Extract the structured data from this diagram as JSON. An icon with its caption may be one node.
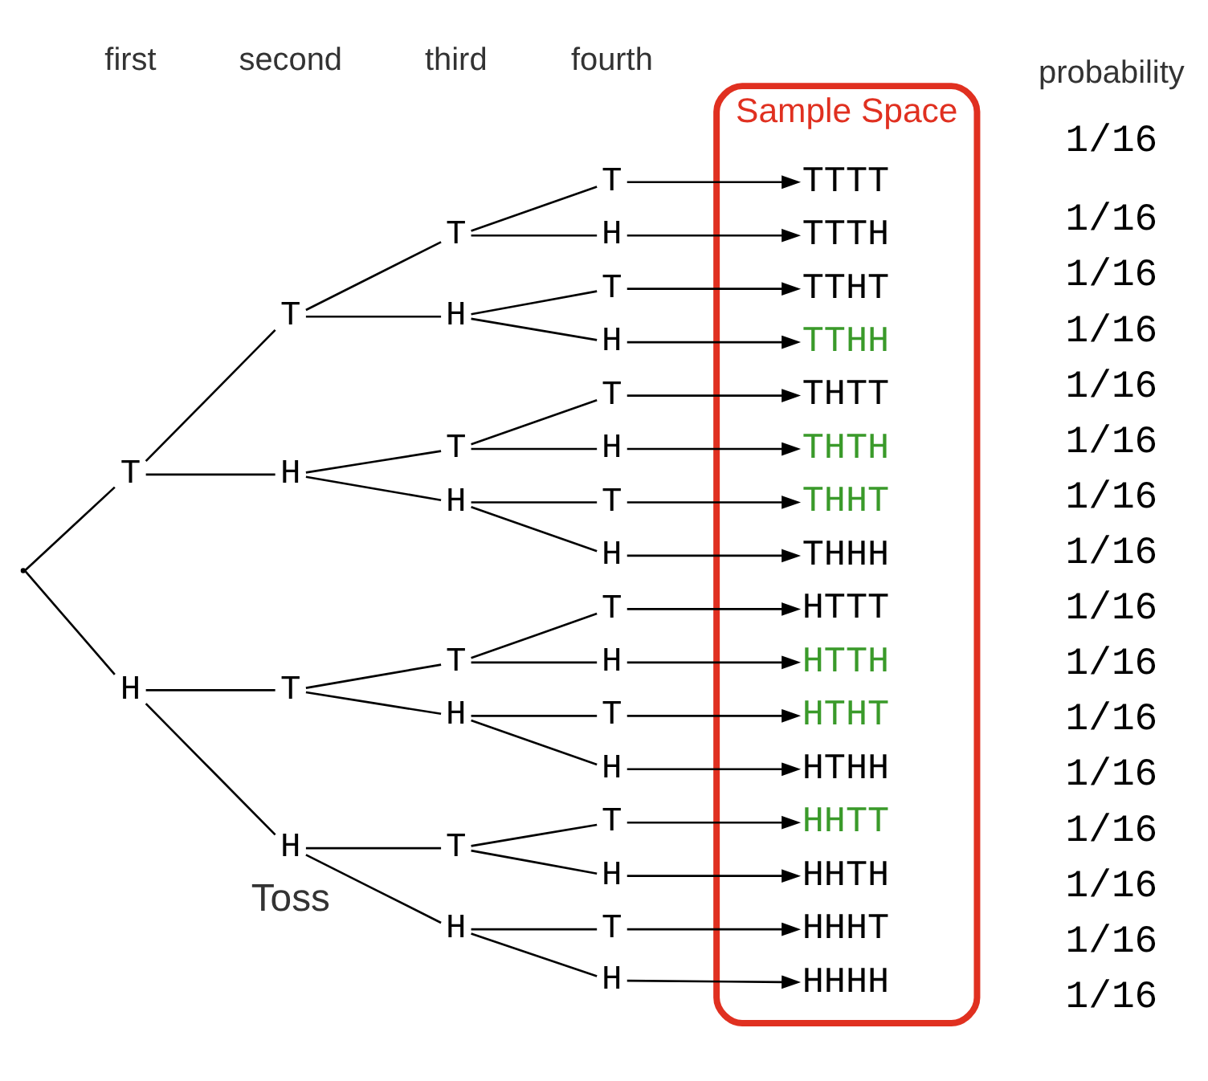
{
  "diagram": {
    "nodes": [
      {
        "text": [],
        "shape": "point"
      },
      {
        "text": [
          "T"
        ]
      },
      {
        "text": [
          "H"
        ]
      },
      {
        "text": [
          "T"
        ]
      },
      {
        "text": [
          "H"
        ]
      },
      {
        "text": [
          "T"
        ]
      },
      {
        "text": [
          "H"
        ]
      },
      {
        "text": [
          "T"
        ]
      },
      {
        "text": [
          "H"
        ]
      },
      {
        "text": [
          "T"
        ]
      },
      {
        "text": [
          "H"
        ]
      },
      {
        "text": [
          "T"
        ]
      },
      {
        "text": [
          "H"
        ]
      },
      {
        "text": [
          "T"
        ]
      },
      {
        "text": [
          "H"
        ]
      },
      {
        "text": [
          "T"
        ]
      },
      {
        "text": [
          "H"
        ]
      },
      {
        "text": [
          "T"
        ]
      },
      {
        "text": [
          "H"
        ]
      },
      {
        "text": [
          "T"
        ]
      },
      {
        "text": [
          "H"
        ]
      },
      {
        "text": [
          "T"
        ]
      },
      {
        "text": [
          "H"
        ]
      },
      {
        "text": [
          "T"
        ]
      },
      {
        "text": [
          "H"
        ]
      },
      {
        "text": [
          "T"
        ]
      },
      {
        "text": [
          "H"
        ]
      },
      {
        "text": [
          "T"
        ]
      },
      {
        "text": [
          "H"
        ]
      },
      {
        "text": [
          "T"
        ]
      },
      {
        "text": [
          "H"
        ]
      },
      {
        "text": [
          "Sample Space"
        ]
      },
      {
        "text": [
          "TTTT"
        ],
        "in": 31
      },
      {
        "text": [
          "TTTH"
        ],
        "in": 31
      },
      {
        "text": [
          "TTHT"
        ],
        "in": 31
      },
      {
        "text": [
          "TTHH"
        ],
        "in": 31
      },
      {
        "text": [
          "THTT"
        ],
        "in": 31
      },
      {
        "text": [
          "THTH"
        ],
        "in": 31
      },
      {
        "text": [
          "THHT"
        ],
        "in": 31
      },
      {
        "text": [
          "THHH"
        ],
        "in": 31
      },
      {
        "text": [
          "HTTT"
        ],
        "in": 31
      },
      {
        "text": [
          "HTTH"
        ],
        "in": 31
      },
      {
        "text": [
          "HTHT"
        ],
        "in": 31
      },
      {
        "text": [
          "HTHH"
        ],
        "in": 31
      },
      {
        "text": [
          "HHTT"
        ],
        "in": 31
      },
      {
        "text": [
          "HHTH"
        ],
        "in": 31
      },
      {
        "text": [
          "HHHT"
        ],
        "in": 31
      },
      {
        "text": [
          "HHHH"
        ],
        "in": 31
      }
    ],
    "edges": [
      {
        "from": 0,
        "to": 1,
        "arrow": "none"
      },
      {
        "from": 0,
        "to": 2,
        "arrow": "none"
      },
      {
        "from": 1,
        "to": 3,
        "arrow": "none"
      },
      {
        "from": 1,
        "to": 4,
        "arrow": "none"
      },
      {
        "from": 2,
        "to": 5,
        "arrow": "none"
      },
      {
        "from": 2,
        "to": 6,
        "arrow": "none"
      },
      {
        "from": 3,
        "to": 7,
        "arrow": "none"
      },
      {
        "from": 3,
        "to": 8,
        "arrow": "none"
      },
      {
        "from": 4,
        "to": 9,
        "arrow": "none"
      },
      {
        "from": 4,
        "to": 10,
        "arrow": "none"
      },
      {
        "from": 5,
        "to": 11,
        "arrow": "none"
      },
      {
        "from": 5,
        "to": 12,
        "arrow": "none"
      },
      {
        "from": 6,
        "to": 13,
        "arrow": "none"
      },
      {
        "from": 6,
        "to": 14,
        "arrow": "none"
      },
      {
        "from": 7,
        "to": 15,
        "arrow": "none"
      },
      {
        "from": 7,
        "to": 16,
        "arrow": "none"
      },
      {
        "from": 8,
        "to": 17,
        "arrow": "none"
      },
      {
        "from": 8,
        "to": 18,
        "arrow": "none"
      },
      {
        "from": 9,
        "to": 19,
        "arrow": "none"
      },
      {
        "from": 9,
        "to": 20,
        "arrow": "none"
      },
      {
        "from": 10,
        "to": 21,
        "arrow": "none"
      },
      {
        "from": 10,
        "to": 22,
        "arrow": "none"
      },
      {
        "from": 11,
        "to": 23,
        "arrow": "none"
      },
      {
        "from": 11,
        "to": 24,
        "arrow": "none"
      },
      {
        "from": 12,
        "to": 25,
        "arrow": "none"
      },
      {
        "from": 12,
        "to": 26,
        "arrow": "none"
      },
      {
        "from": 13,
        "to": 27,
        "arrow": "none"
      },
      {
        "from": 13,
        "to": 28,
        "arrow": "none"
      },
      {
        "from": 14,
        "to": 29,
        "arrow": "none"
      },
      {
        "from": 14,
        "to": 30,
        "arrow": "none"
      },
      {
        "from": 15,
        "to": 32,
        "arrow": "to"
      },
      {
        "from": 16,
        "to": 33,
        "arrow": "to"
      },
      {
        "from": 17,
        "to": 34,
        "arrow": "to"
      },
      {
        "from": 18,
        "to": 35,
        "arrow": "to"
      },
      {
        "from": 19,
        "to": 36,
        "arrow": "to"
      },
      {
        "from": 20,
        "to": 37,
        "arrow": "to"
      },
      {
        "from": 21,
        "to": 38,
        "arrow": "to"
      },
      {
        "from": 22,
        "to": 39,
        "arrow": "to"
      },
      {
        "from": 23,
        "to": 40,
        "arrow": "to"
      },
      {
        "from": 24,
        "to": 41,
        "arrow": "to"
      },
      {
        "from": 25,
        "to": 42,
        "arrow": "to"
      },
      {
        "from": 26,
        "to": 43,
        "arrow": "to"
      },
      {
        "from": 27,
        "to": 44,
        "arrow": "to"
      },
      {
        "from": 28,
        "to": 45,
        "arrow": "to"
      },
      {
        "from": 29,
        "to": 46,
        "arrow": "to"
      },
      {
        "from": 30,
        "to": 47,
        "arrow": "to"
      }
    ],
    "labels": [
      "Toss",
      "first",
      "second",
      "third",
      "fourth",
      "probability",
      "1/16",
      "1/16",
      "1/16",
      "1/16",
      "1/16",
      "1/16",
      "1/16",
      "1/16",
      "1/16",
      "1/16",
      "1/16",
      "1/16",
      "1/16",
      "1/16",
      "1/16",
      "1/16"
    ]
  }
}
